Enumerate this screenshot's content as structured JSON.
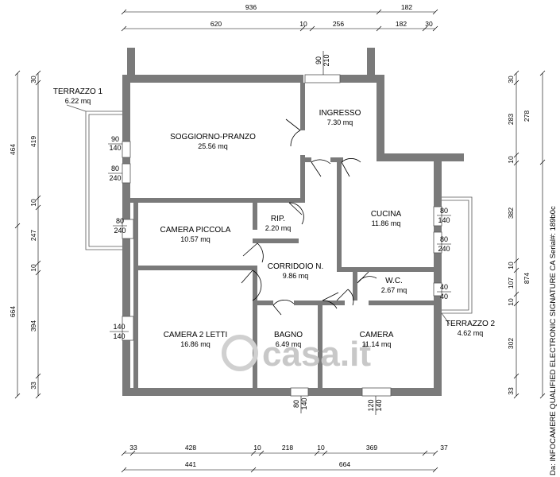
{
  "rooms": [
    {
      "name": "SOGGIORNO-PRANZO",
      "area": "25.56 mq"
    },
    {
      "name": "INGRESSO",
      "area": "7.30 mq"
    },
    {
      "name": "CAMERA  PICCOLA",
      "area": "10.57 mq"
    },
    {
      "name": "RIP.",
      "area": "2.20 mq"
    },
    {
      "name": "CUCINA",
      "area": "11.86 mq"
    },
    {
      "name": "CORRIDOIO  N.",
      "area": "9.86 mq"
    },
    {
      "name": "W.C.",
      "area": "2.67 mq"
    },
    {
      "name": "CAMERA  2  LETTI",
      "area": "16.86 mq"
    },
    {
      "name": "BAGNO",
      "area": "6.49 mq"
    },
    {
      "name": "CAMERA",
      "area": "11.14 mq"
    }
  ],
  "terraces": [
    {
      "name": "TERRAZZO  1",
      "area": "6.22 mq"
    },
    {
      "name": "TERRAZZO  2",
      "area": "4.62 mq"
    }
  ],
  "dimensions": {
    "top_outer": [
      "936",
      "182"
    ],
    "top_inner": [
      "620",
      "10",
      "256",
      "182",
      "30"
    ],
    "entry": [
      "90",
      "210"
    ],
    "left_outer": [
      "464",
      "664"
    ],
    "left_inner": [
      "30",
      "419",
      "10",
      "247",
      "10",
      "394",
      "33"
    ],
    "right_outer": [
      "278",
      "874"
    ],
    "right_inner": [
      "30",
      "283",
      "10",
      "382",
      "10",
      "107",
      "10",
      "302",
      "33"
    ],
    "bottom_inner": [
      "33",
      "428",
      "10",
      "218",
      "10",
      "369",
      "37"
    ],
    "bottom_outer": [
      "441",
      "664"
    ]
  },
  "openings": [
    {
      "w": "90",
      "h": "140"
    },
    {
      "w": "80",
      "h": "240"
    },
    {
      "w": "80",
      "h": "240"
    },
    {
      "w": "140",
      "h": "140"
    },
    {
      "w": "80",
      "h": "140"
    },
    {
      "w": "80",
      "h": "240"
    },
    {
      "w": "40",
      "h": "40"
    },
    {
      "w": "80",
      "h": "140"
    },
    {
      "w": "120",
      "h": "140"
    }
  ],
  "watermark": "casa.it",
  "signature": "Da: INFOCAMERE QUALIFIED ELECTRONIC SIGNATURE CA Serial#: 189b0c"
}
